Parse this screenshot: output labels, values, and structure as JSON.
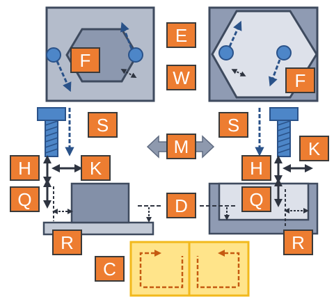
{
  "labels": {
    "E": "E",
    "W": "W",
    "F_left": "F",
    "F_right": "F",
    "S_left": "S",
    "S_right": "S",
    "M": "M",
    "H_left": "H",
    "H_right": "H",
    "K_left": "K",
    "K_right": "K",
    "Q_left": "Q",
    "Q_right": "Q",
    "D": "D",
    "R_left": "R",
    "R_right": "R",
    "C": "C"
  },
  "colors": {
    "label_fill": "#ED7D31",
    "label_stroke": "#3A3A3A",
    "panel_left": "#B4BCCB",
    "panel_right": "#8F9BB3",
    "hexagon_left": "#8C98AF",
    "hexagon_right": "#DDE1EA",
    "outline": "#3E4A5E",
    "dot": "#4D86C8",
    "arrow_dash": "#2A5289",
    "bolt": "#4D86C8",
    "gray_part": "#8390A8",
    "light_part": "#C3CAD6",
    "mat_fill": "#FFE48A",
    "mat_border": "#F2B91C",
    "mat_arrow": "#C55A11",
    "double_arrow": "#8E99AE"
  },
  "icons": {
    "workpiece": "hexagon-icon",
    "fixture_dot": "circle-icon",
    "bolt": "bolt-icon",
    "bidirectional": "double-arrow-icon",
    "mat_corner": "corner-arrow-icon"
  }
}
